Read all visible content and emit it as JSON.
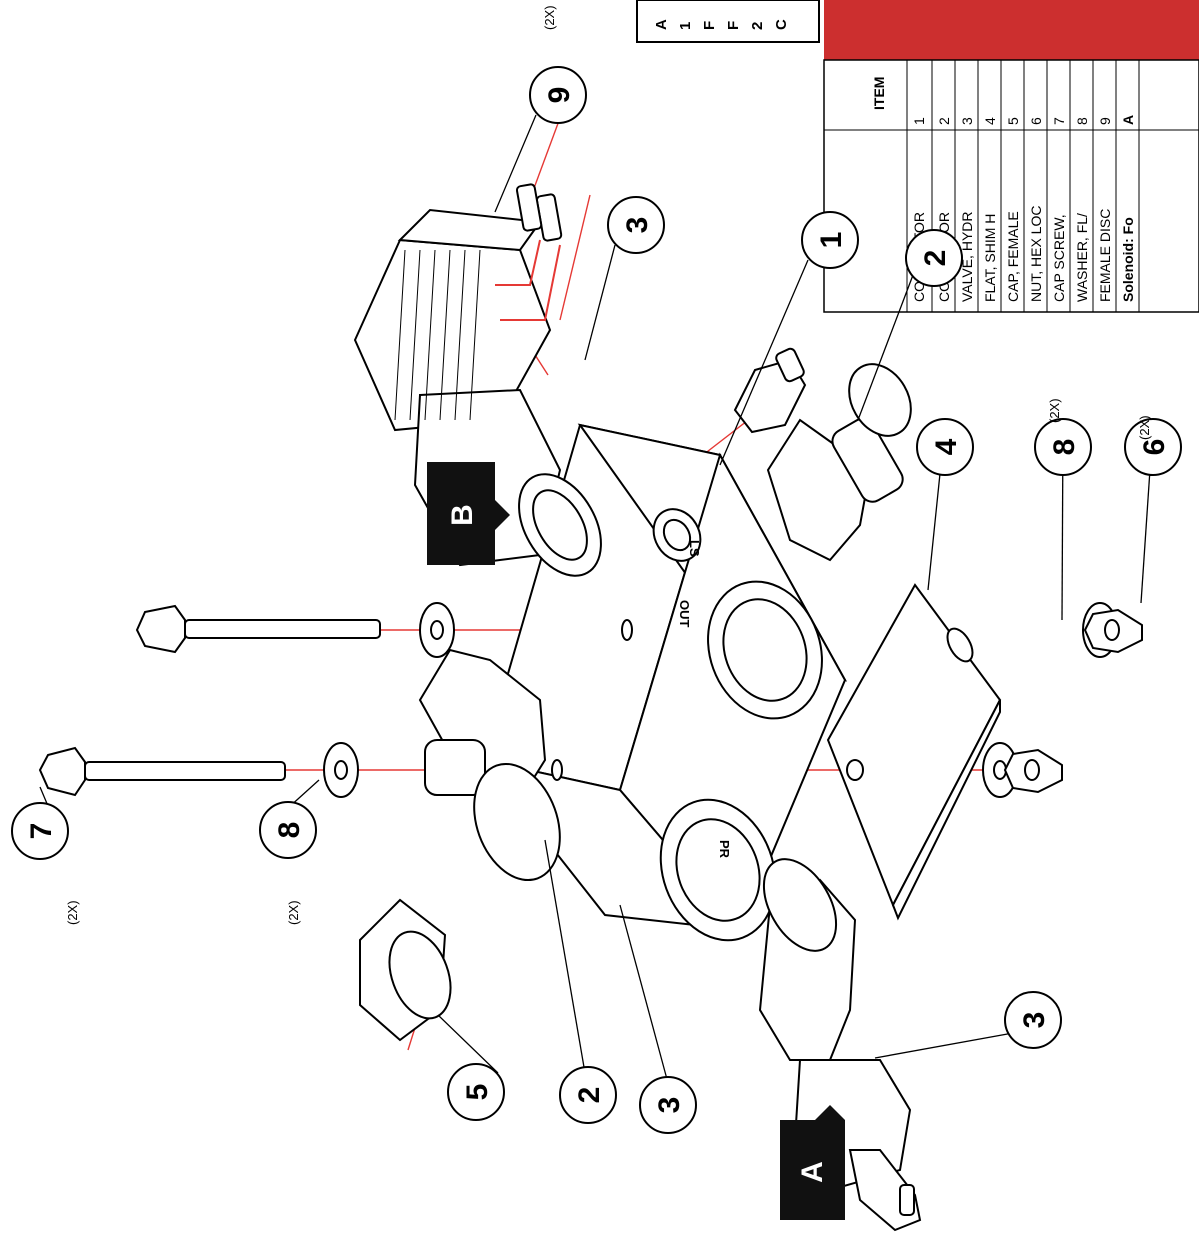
{
  "callouts": {
    "c1": "1",
    "c2a": "2",
    "c2b": "2",
    "c3a": "3",
    "c3b": "3",
    "c3c": "3",
    "c4": "4",
    "c5": "5",
    "c6": "6",
    "c7": "7",
    "c8a": "8",
    "c8b": "8",
    "c9": "9"
  },
  "multipliers": {
    "m9": "(2X)",
    "m8a": "(2X)",
    "m6": "(2X)",
    "m7": "(2X)",
    "m8b": "(2X)"
  },
  "ports": {
    "ls": "LS",
    "out": "OUT",
    "pr": "PR"
  },
  "flags": {
    "a": "A",
    "b": "B"
  },
  "parts_table": {
    "header": "ITEM",
    "rows": [
      {
        "item": "1",
        "desc": "CONNECTOR"
      },
      {
        "item": "2",
        "desc": "CONNECTOR"
      },
      {
        "item": "3",
        "desc": "VALVE, HYDR"
      },
      {
        "item": "4",
        "desc": "FLAT, SHIM H"
      },
      {
        "item": "5",
        "desc": "CAP, FEMALE"
      },
      {
        "item": "6",
        "desc": "NUT, HEX LOC"
      },
      {
        "item": "7",
        "desc": "CAP SCREW,"
      },
      {
        "item": "8",
        "desc": "WASHER, FL/"
      },
      {
        "item": "9",
        "desc": "FEMALE DISC"
      }
    ],
    "note_row": {
      "item": "A",
      "desc": "Solenoid: Fo"
    }
  },
  "note_box": {
    "lines": [
      "A",
      "1",
      "F",
      "F",
      "2",
      "C"
    ]
  },
  "colors": {
    "line": "#000000",
    "leader_red": "#e53935",
    "table_header_red": "#cc2f2f",
    "flag_fill": "#111111"
  }
}
